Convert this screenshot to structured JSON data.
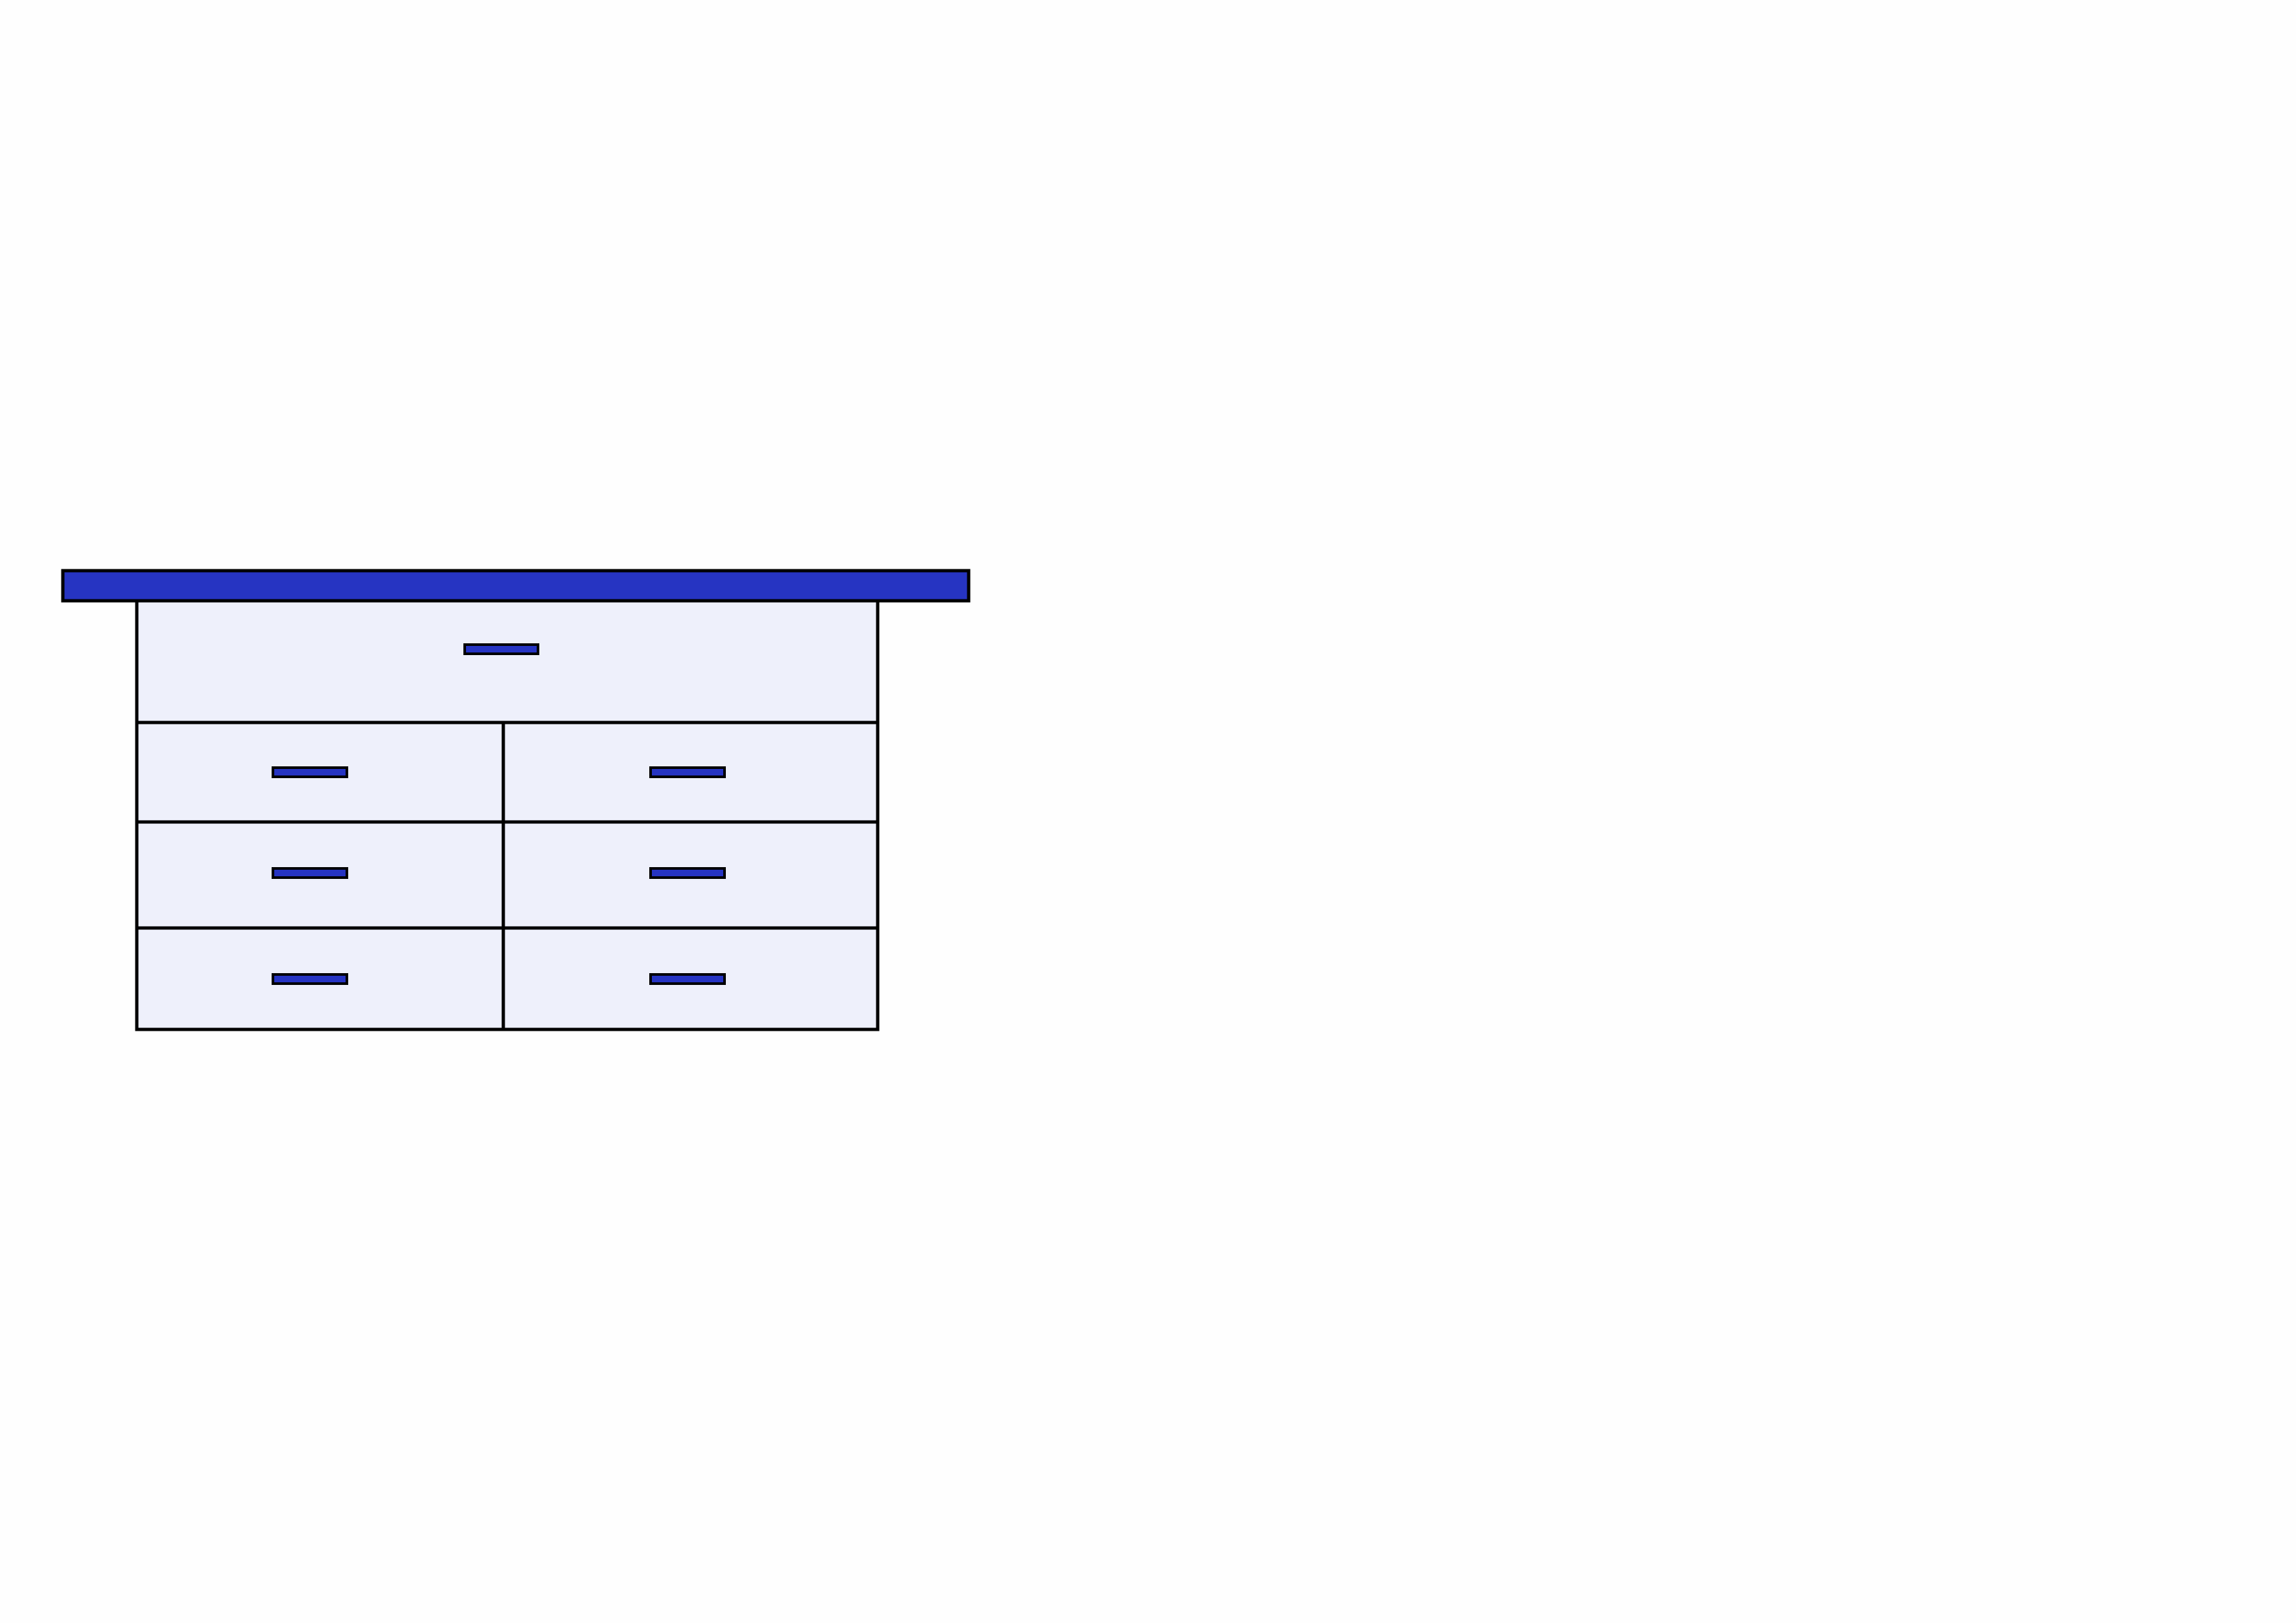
{
  "figure": {
    "subject": "dresser",
    "colors": {
      "background": "#fefefe",
      "top_board": "#2634c2",
      "drawer_face": "#eef0fb",
      "handle": "#2634c2",
      "outline": "#000000"
    },
    "icons": [
      "dresser-top-board",
      "drawer",
      "drawer-handle"
    ],
    "drawer_layout": {
      "top_row_drawers": 1,
      "lower_rows": 3,
      "drawers_per_lower_row": 2,
      "total_drawers": 7
    }
  }
}
